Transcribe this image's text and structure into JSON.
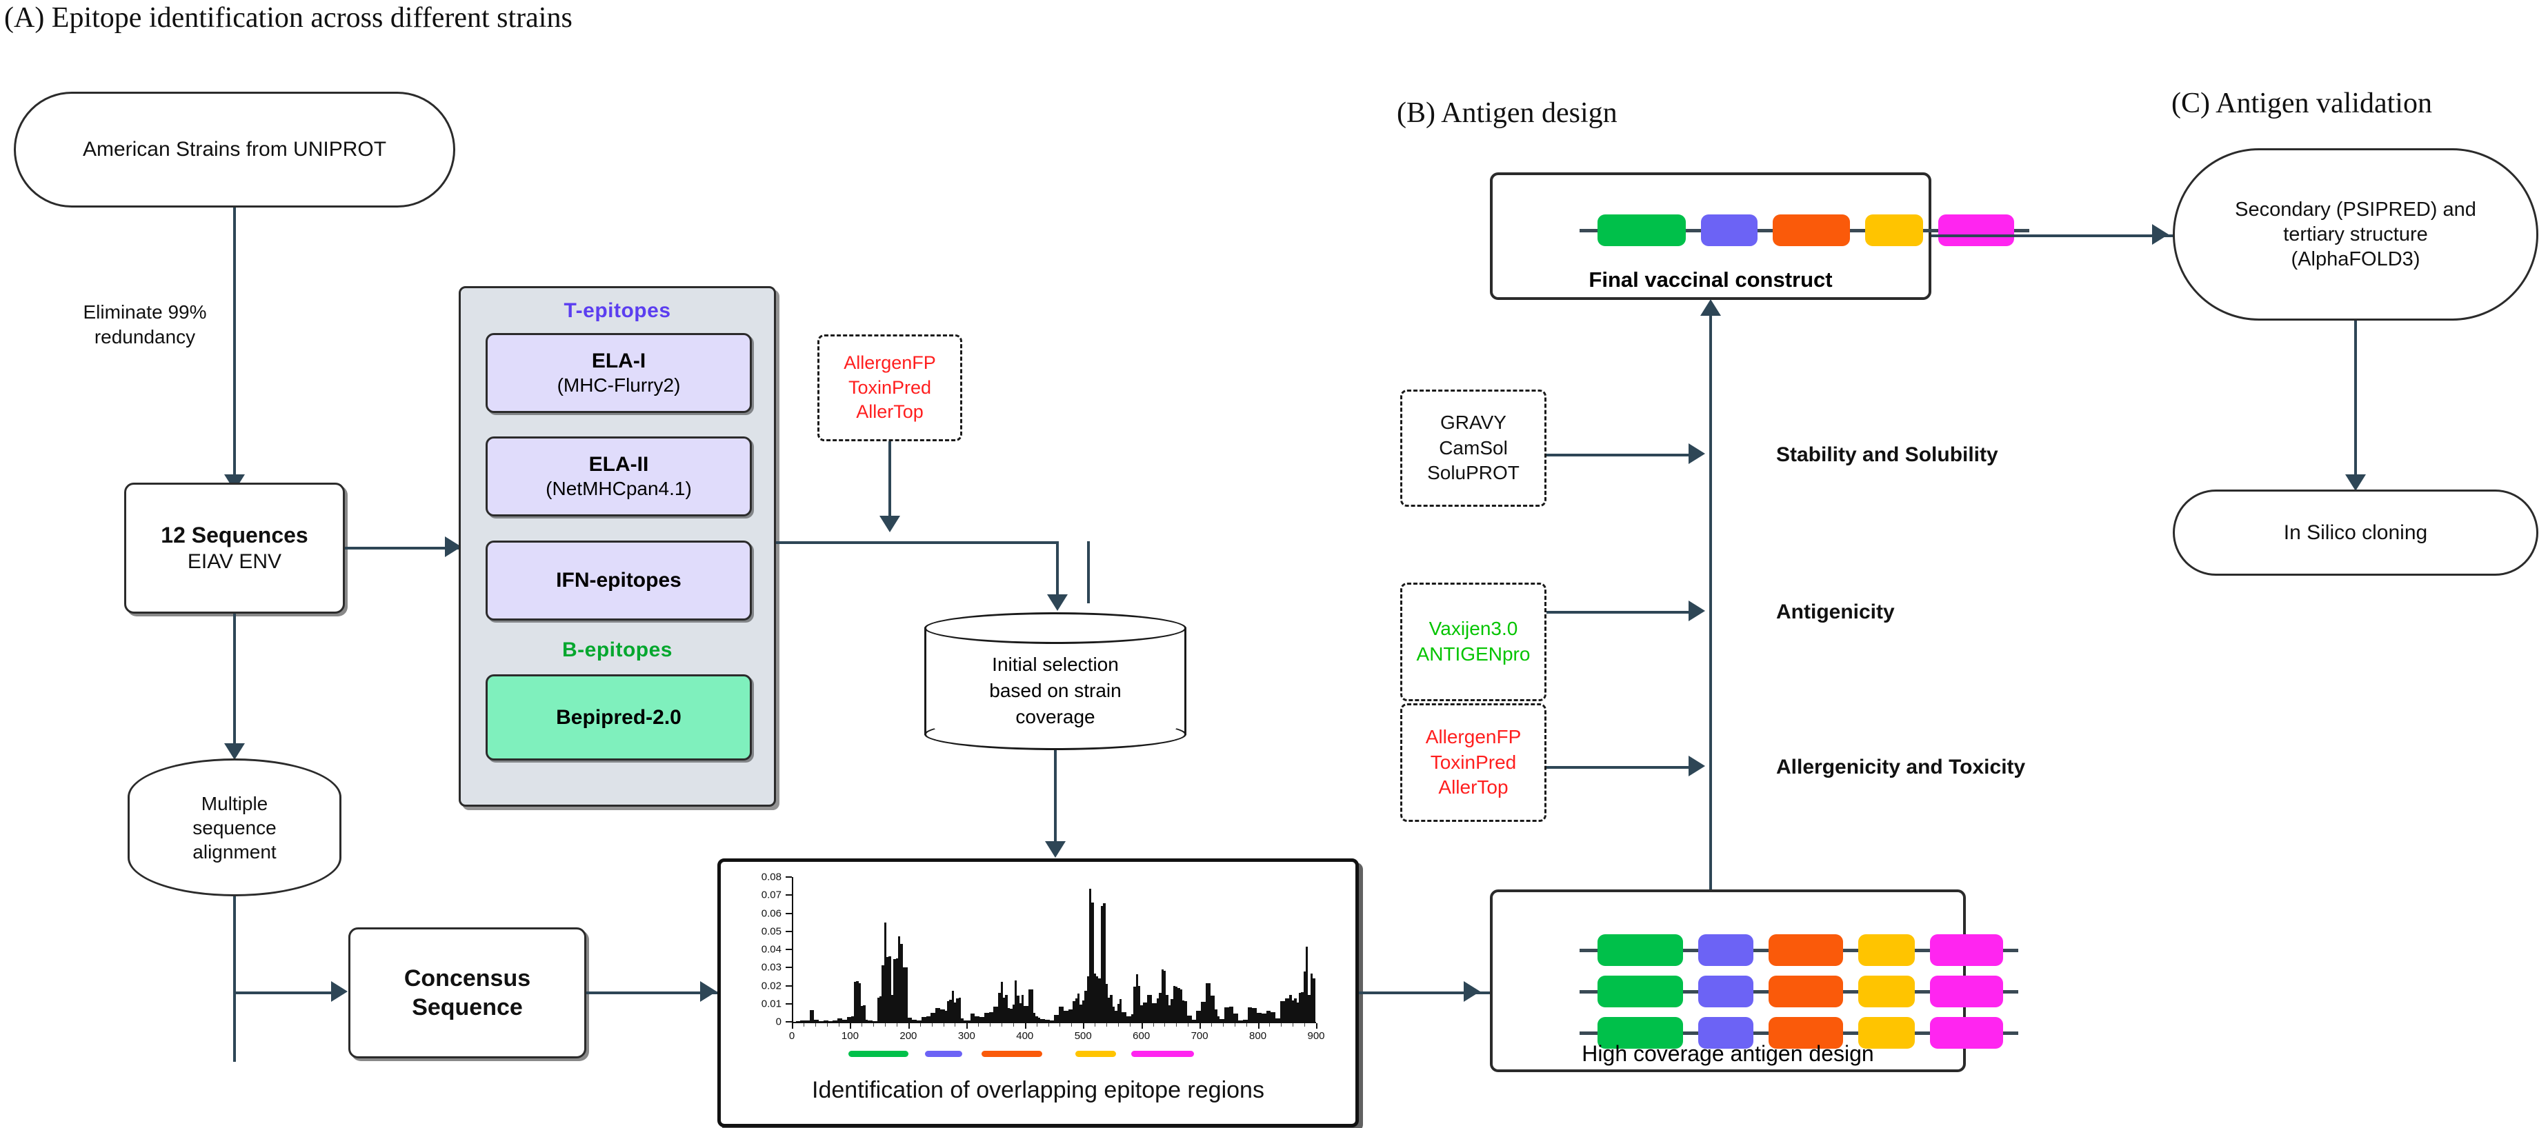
{
  "sections": {
    "a": {
      "title": "(A) Epitope identification across different strains"
    },
    "b": {
      "title": "(B) Antigen design"
    },
    "c": {
      "title": "(C) Antigen validation"
    }
  },
  "nodes": {
    "uniprot": {
      "label": "American Strains from UNIPROT"
    },
    "redundancy": {
      "label": "Eliminate 99%\nredundancy"
    },
    "sequences": {
      "line1": "12 Sequences",
      "line2": "EIAV ENV"
    },
    "msa": {
      "label": "Multiple\nsequence\nalignment"
    },
    "consensus": {
      "line1": "Concensus",
      "line2": "Sequence"
    },
    "initial_selection": {
      "label": "Initial selection\nbased on strain\ncoverage"
    },
    "final_construct": {
      "caption": "Final vaccinal construct"
    },
    "high_coverage": {
      "caption": "High coverage antigen design"
    },
    "structure": {
      "label": "Secondary (PSIPRED) and\ntertiary structure\n(AlphaFOLD3)"
    },
    "cloning": {
      "label": "In Silico cloning"
    }
  },
  "epitope_panel": {
    "t_label": "T-epitopes",
    "b_label": "B-epitopes",
    "t_boxes": [
      {
        "line1": "ELA-I",
        "line2": "(MHC-Flurry2)"
      },
      {
        "line1": "ELA-II",
        "line2": "(NetMHCpan4.1)"
      },
      {
        "line1": "IFN-epitopes",
        "line2": ""
      }
    ],
    "b_boxes": [
      {
        "line1": "Bepipred-2.0",
        "line2": ""
      }
    ]
  },
  "tool_boxes": {
    "filter_a": {
      "lines": [
        "AllergenFP",
        "ToxinPred",
        "AllerTop"
      ],
      "color": "#ff1e1e"
    },
    "stability": {
      "lines": [
        "GRAVY",
        "CamSol",
        "SoluPROT"
      ],
      "color": "#111111"
    },
    "antigenicity": {
      "lines": [
        "Vaxijen3.0",
        "ANTIGENpro"
      ],
      "color": "#04c400"
    },
    "allergenicity": {
      "lines": [
        "AllergenFP",
        "ToxinPred",
        "AllerTop"
      ],
      "color": "#ff1e1e"
    }
  },
  "property_labels": {
    "stability": "Stability and Solubility",
    "antigenicity": "Antigenicity",
    "allergenicity": "Allergenicity and Toxicity"
  },
  "palette": {
    "green": "#00c04a",
    "blue": "#6c63f5",
    "orange": "#fa5a0a",
    "yellow": "#ffc400",
    "magenta": "#ff25f0",
    "connector": "#2e4656",
    "panel_bg": "#dde2e8",
    "t_box_bg": "#e0dcfb",
    "b_box_bg": "#7ff0bd",
    "t_label": "#5b3ef0",
    "b_label": "#04a72e"
  },
  "construct_blocks": [
    {
      "color": "#00c04a",
      "width": 128
    },
    {
      "color": "#6c63f5",
      "width": 82
    },
    {
      "color": "#fa5a0a",
      "width": 112
    },
    {
      "color": "#ffc400",
      "width": 84
    },
    {
      "color": "#ff25f0",
      "width": 110
    }
  ],
  "chart_data": {
    "type": "bar",
    "title": "Identification of overlapping epitope regions",
    "xlabel": "",
    "ylabel": "",
    "xlim": [
      0,
      900
    ],
    "ylim": [
      0,
      0.08
    ],
    "xticks": [
      0,
      100,
      200,
      300,
      400,
      500,
      600,
      700,
      800,
      900
    ],
    "yticks": [
      0,
      0.01,
      0.02,
      0.03,
      0.04,
      0.05,
      0.06,
      0.07,
      0.08
    ],
    "ytick_labels": [
      "0",
      "0.01",
      "0.02",
      "0.03",
      "0.04",
      "0.05",
      "0.06",
      "0.07",
      "0.08"
    ],
    "grid": false,
    "legend": "none",
    "x": [
      5,
      12,
      20,
      28,
      36,
      44,
      52,
      60,
      68,
      76,
      84,
      92,
      100,
      104,
      108,
      112,
      116,
      120,
      124,
      128,
      136,
      144,
      148,
      152,
      156,
      160,
      164,
      168,
      172,
      176,
      180,
      184,
      188,
      196,
      204,
      212,
      220,
      228,
      236,
      244,
      252,
      260,
      264,
      268,
      272,
      276,
      280,
      284,
      288,
      292,
      296,
      304,
      312,
      320,
      328,
      336,
      344,
      352,
      356,
      360,
      364,
      368,
      372,
      376,
      380,
      384,
      388,
      392,
      396,
      404,
      412,
      416,
      420,
      424,
      432,
      440,
      448,
      456,
      464,
      472,
      480,
      484,
      488,
      492,
      496,
      500,
      504,
      508,
      512,
      516,
      520,
      524,
      528,
      532,
      536,
      540,
      544,
      548,
      552,
      556,
      560,
      564,
      572,
      580,
      584,
      588,
      592,
      596,
      600,
      608,
      616,
      624,
      628,
      632,
      636,
      640,
      644,
      648,
      652,
      656,
      660,
      664,
      668,
      672,
      676,
      684,
      692,
      700,
      708,
      716,
      724,
      728,
      732,
      740,
      748,
      756,
      764,
      772,
      780,
      788,
      796,
      804,
      812,
      820,
      828,
      836,
      844,
      852,
      856,
      860,
      864,
      868,
      872,
      876,
      880,
      884,
      888,
      892,
      896,
      900
    ],
    "values": [
      0.0005,
      0.0008,
      0.0006,
      0.0065,
      0.0012,
      0.0004,
      0.0006,
      0.0005,
      0.0008,
      0.0018,
      0.001,
      0.0028,
      0.003,
      0.022,
      0.0225,
      0.0215,
      0.0088,
      0.009,
      0.0012,
      0.0006,
      0.0005,
      0.0135,
      0.014,
      0.0312,
      0.0548,
      0.036,
      0.0362,
      0.015,
      0.0348,
      0.0352,
      0.0472,
      0.043,
      0.03,
      0.0022,
      0.0012,
      0.0008,
      0.0025,
      0.003,
      0.0048,
      0.0075,
      0.007,
      0.006,
      0.0115,
      0.0122,
      0.017,
      0.0105,
      0.013,
      0.0132,
      0.002,
      0.0008,
      0.0006,
      0.0045,
      0.003,
      0.0028,
      0.005,
      0.0055,
      0.0085,
      0.016,
      0.022,
      0.0135,
      0.015,
      0.0075,
      0.0072,
      0.0095,
      0.023,
      0.0145,
      0.0102,
      0.015,
      0.0088,
      0.018,
      0.005,
      0.003,
      0.0022,
      0.0015,
      0.0012,
      0.0008,
      0.004,
      0.0085,
      0.006,
      0.007,
      0.0115,
      0.013,
      0.0155,
      0.0095,
      0.012,
      0.017,
      0.025,
      0.0735,
      0.066,
      0.0268,
      0.025,
      0.024,
      0.064,
      0.0655,
      0.021,
      0.0135,
      0.015,
      0.0085,
      0.0062,
      0.0098,
      0.0125,
      0.0055,
      0.003,
      0.0042,
      0.0195,
      0.0262,
      0.0198,
      0.009,
      0.0105,
      0.015,
      0.0102,
      0.013,
      0.016,
      0.029,
      0.0282,
      0.0148,
      0.009,
      0.0125,
      0.02,
      0.0195,
      0.0185,
      0.0178,
      0.012,
      0.0115,
      0.0035,
      0.0012,
      0.006,
      0.011,
      0.0215,
      0.0145,
      0.007,
      0.003,
      0.0015,
      0.008,
      0.0082,
      0.0045,
      0.0008,
      0.0012,
      0.008,
      0.0075,
      0.005,
      0.0045,
      0.006,
      0.0055,
      0.0018,
      0.0115,
      0.013,
      0.015,
      0.0118,
      0.0128,
      0.0108,
      0.016,
      0.0165,
      0.0278,
      0.0415,
      0.015,
      0.0265,
      0.024
    ],
    "epitope_regions": [
      {
        "color": "#00c04a",
        "start": 97,
        "end": 200
      },
      {
        "color": "#6c63f5",
        "start": 228,
        "end": 292
      },
      {
        "color": "#fa5a0a",
        "start": 326,
        "end": 430
      },
      {
        "color": "#ffc400",
        "start": 487,
        "end": 557
      },
      {
        "color": "#ff25f0",
        "start": 583,
        "end": 690
      }
    ]
  }
}
